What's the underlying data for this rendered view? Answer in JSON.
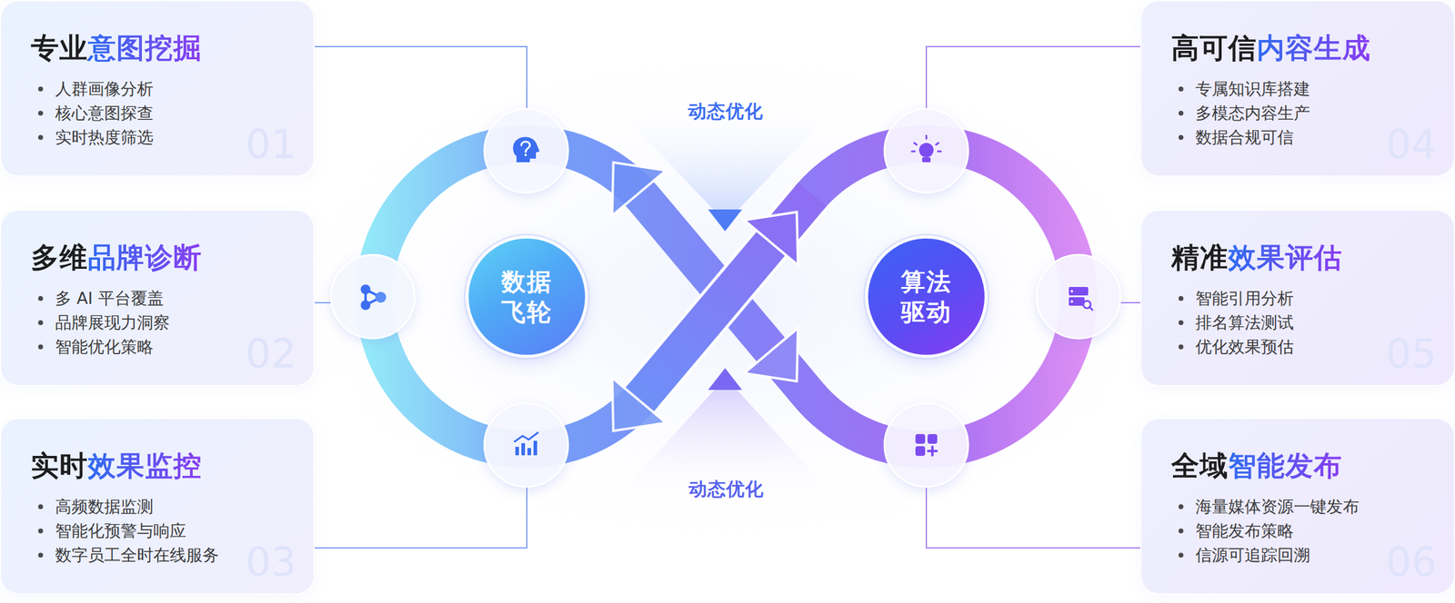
{
  "diagram": {
    "nodes": [
      {
        "text": [
          "专业意图挖掘",
          "人群画像分析",
          "核心意图探查",
          "实时热度筛选",
          "01"
        ]
      },
      {
        "text": [
          "多维品牌诊断",
          "多 AI 平台覆盖",
          "品牌展现力洞察",
          "智能优化策略",
          "02"
        ]
      },
      {
        "text": [
          "实时效果监控",
          "高频数据监测",
          "智能化预警与响应",
          "数字员工全时在线服务",
          "03"
        ]
      },
      {
        "text": [
          "高可信内容生成",
          "专属知识库搭建",
          "多模态内容生产",
          "数据合规可信",
          "04"
        ]
      },
      {
        "text": [
          "精准效果评估",
          "智能引用分析",
          "排名算法测试",
          "优化效果预估",
          "05"
        ]
      },
      {
        "text": [
          "全域智能发布",
          "海量媒体资源一键发布",
          "智能发布策略",
          "信源可追踪回溯",
          "06"
        ]
      },
      {
        "text": [
          "数据 飞轮"
        ]
      },
      {
        "text": [
          "算法 驱动"
        ]
      }
    ],
    "labels": [
      "动态优化",
      "动态优化"
    ]
  }
}
